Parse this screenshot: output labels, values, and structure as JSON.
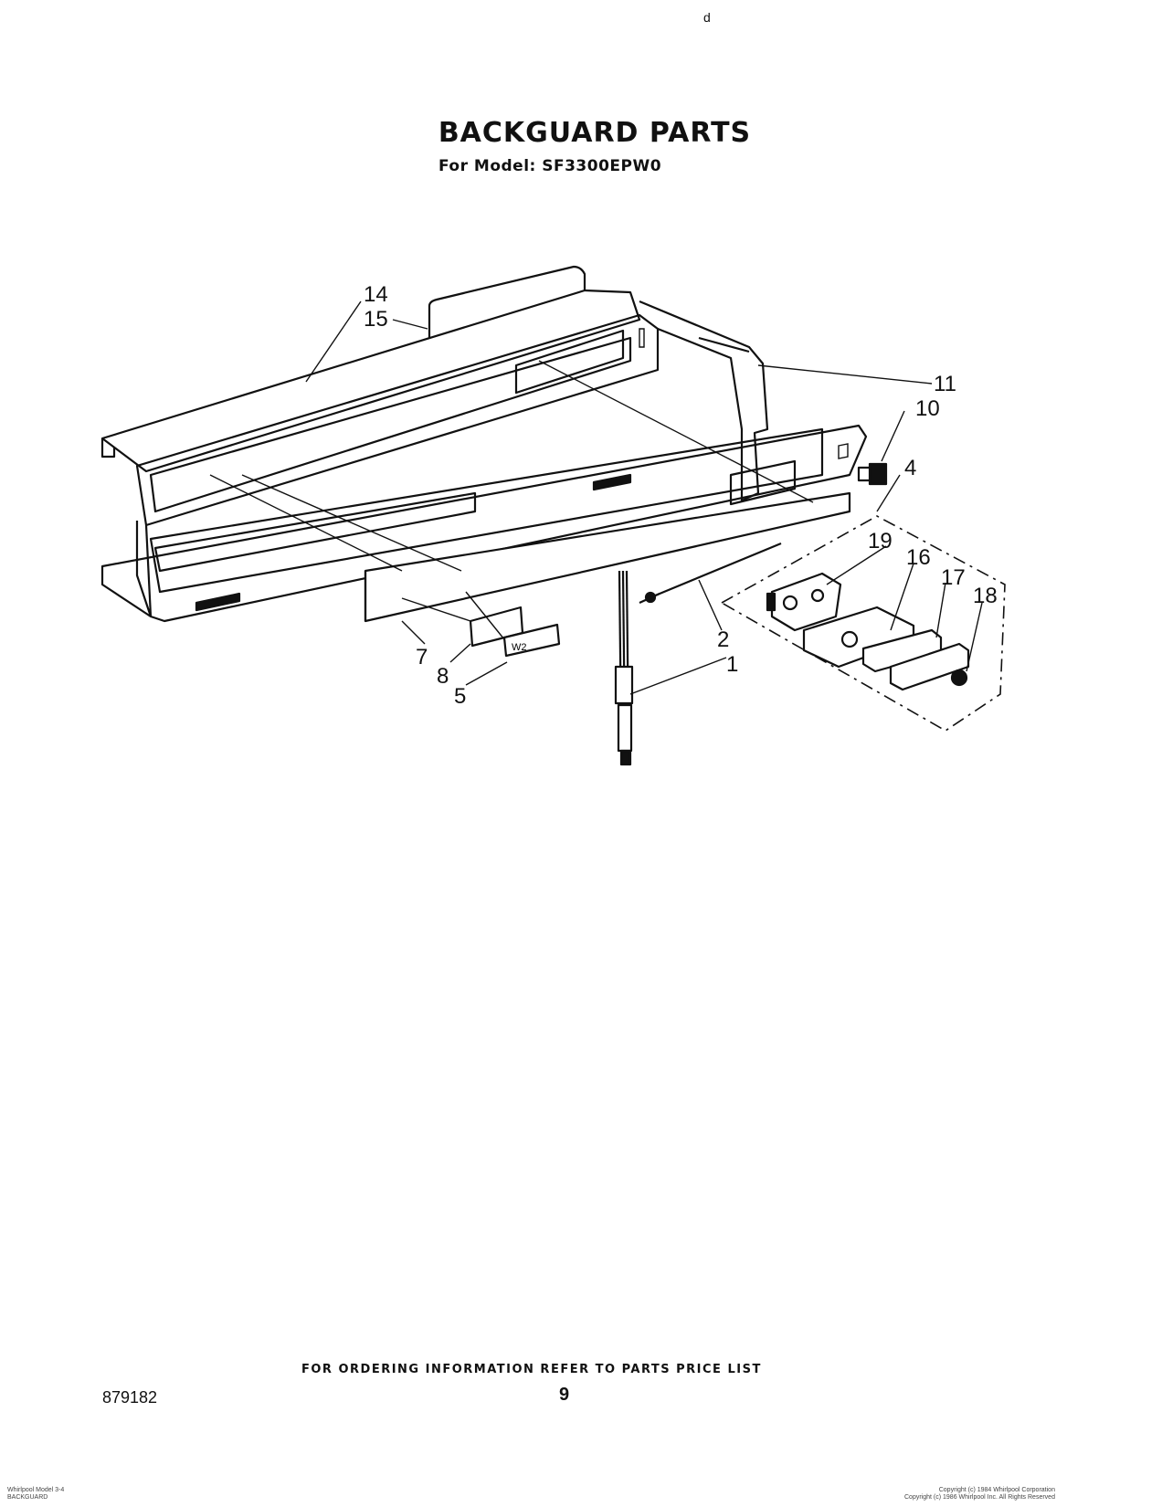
{
  "header": {
    "title": "BACKGUARD PARTS",
    "subtitle": "For Model: SF3300EPW0",
    "corner_mark": "d"
  },
  "callouts": [
    {
      "id": "c14",
      "text": "14"
    },
    {
      "id": "c15",
      "text": "15"
    },
    {
      "id": "c11",
      "text": "11"
    },
    {
      "id": "c10",
      "text": "10"
    },
    {
      "id": "c4",
      "text": "4"
    },
    {
      "id": "c19",
      "text": "19"
    },
    {
      "id": "c16",
      "text": "16"
    },
    {
      "id": "c17",
      "text": "17"
    },
    {
      "id": "c18",
      "text": "18"
    },
    {
      "id": "c2",
      "text": "2"
    },
    {
      "id": "c1",
      "text": "1"
    },
    {
      "id": "c7",
      "text": "7"
    },
    {
      "id": "c8",
      "text": "8"
    },
    {
      "id": "c5",
      "text": "5"
    }
  ],
  "footer": {
    "ordering_note": "FOR ORDERING INFORMATION REFER TO PARTS PRICE LIST",
    "document_number": "879182",
    "page_number": "9",
    "left_small_1": "Whirlpool Model 3-4",
    "left_small_2": "BACKGUARD",
    "right_small_1": "Copyright (c) 1984 Whirlpool Corporation",
    "right_small_2": "Copyright (c) 1986 Whirlpool Inc. All Rights Reserved"
  }
}
